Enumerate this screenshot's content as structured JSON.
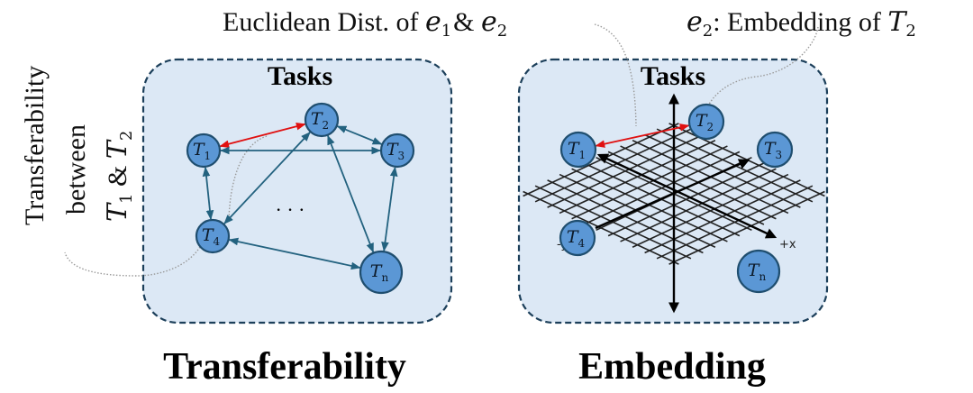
{
  "annotations": {
    "euclidean": {
      "prefix": "Euclidean Dist. of ",
      "e1": "e",
      "e1_sub": "1",
      "amp": "& ",
      "e2": "e",
      "e2_sub": "2"
    },
    "embedding_of": {
      "e": "e",
      "e_sub": "2",
      "middle": ": Embedding of ",
      "T": "T",
      "T_sub": "2"
    },
    "transferability_side": {
      "line1": "Transferability",
      "line2": "between",
      "t1": "T",
      "t1_sub": "1",
      "amp": " & ",
      "t2": "T",
      "t2_sub": "2"
    }
  },
  "panels": {
    "left": {
      "title": "Tasks",
      "label": "Transferability",
      "ellipsis": "· · ·",
      "nodes": [
        {
          "id": "T1",
          "main": "T",
          "sub": "1"
        },
        {
          "id": "T2",
          "main": "T",
          "sub": "2"
        },
        {
          "id": "T3",
          "main": "T",
          "sub": "3"
        },
        {
          "id": "T4",
          "main": "T",
          "sub": "4"
        },
        {
          "id": "Tn",
          "main": "T",
          "sub": "n"
        }
      ],
      "edges": [
        {
          "from": "T1",
          "to": "T2",
          "highlight": true
        },
        {
          "from": "T2",
          "to": "T3",
          "highlight": false
        },
        {
          "from": "T1",
          "to": "T3",
          "highlight": false
        },
        {
          "from": "T1",
          "to": "T4",
          "highlight": false
        },
        {
          "from": "T2",
          "to": "T4",
          "highlight": false
        },
        {
          "from": "T2",
          "to": "Tn",
          "highlight": false
        },
        {
          "from": "T3",
          "to": "Tn",
          "highlight": false
        },
        {
          "from": "T4",
          "to": "Tn",
          "highlight": false
        }
      ]
    },
    "right": {
      "title": "Tasks",
      "label": "Embedding",
      "axis_labels": {
        "neg_y": "-y",
        "pos_x": "+x"
      },
      "nodes": [
        {
          "id": "T1",
          "main": "T",
          "sub": "1"
        },
        {
          "id": "T2",
          "main": "T",
          "sub": "2"
        },
        {
          "id": "T3",
          "main": "T",
          "sub": "3"
        },
        {
          "id": "T4",
          "main": "T",
          "sub": "4"
        },
        {
          "id": "Tn",
          "main": "T",
          "sub": "n"
        }
      ],
      "edges": [
        {
          "from": "T1",
          "to": "T2",
          "highlight": true
        }
      ]
    }
  },
  "colors": {
    "panel_fill": "#dce8f5",
    "panel_border": "#1c3f5a",
    "node_fill": "#5b97d5",
    "edge": "#23627f",
    "highlight_edge": "#e01010"
  }
}
